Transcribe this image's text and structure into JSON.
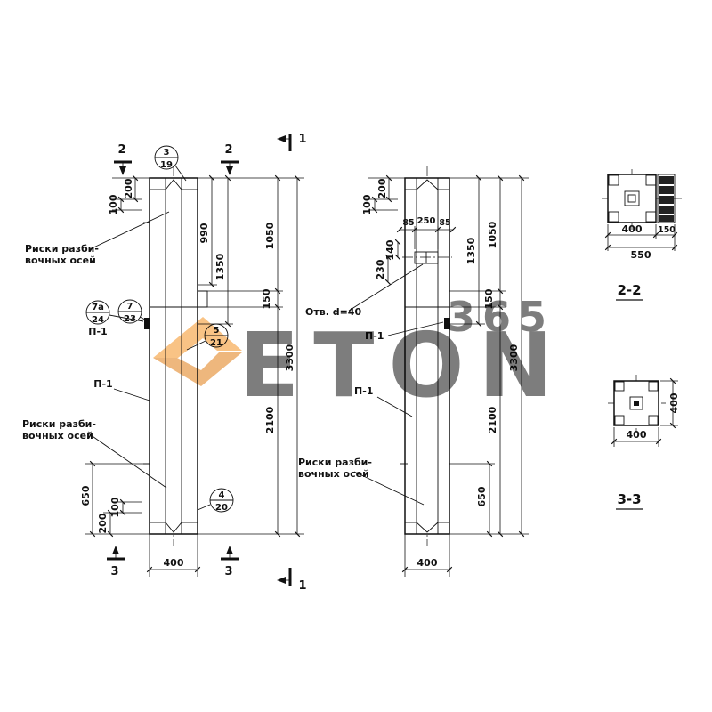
{
  "watermark": {
    "brand": "ETON",
    "number": "365"
  },
  "labels": {
    "axis_marks_line1": "Риски разби-",
    "axis_marks_line2": "вочных осей",
    "hole": "Отв. d=40",
    "embed_mark": "П-1"
  },
  "detail_bubbles": {
    "b19": {
      "top": "3",
      "bottom": "19"
    },
    "b24": {
      "top": "7а",
      "bottom": "24"
    },
    "b23": {
      "top": "7",
      "bottom": "23"
    },
    "b21": {
      "top": "5",
      "bottom": "21"
    },
    "b20": {
      "top": "4",
      "bottom": "20"
    }
  },
  "section_marks": {
    "s1": "1",
    "s2": "2",
    "s3": "3"
  },
  "section_titles": {
    "s22": "2-2",
    "s33": "3-3"
  },
  "dims": {
    "d85": "85",
    "d100": "100",
    "d140": "140",
    "d150": "150",
    "d200": "200",
    "d230": "230",
    "d250": "250",
    "d400": "400",
    "d550": "550",
    "d650": "650",
    "d990": "990",
    "d1050": "1050",
    "d1350": "1350",
    "d2100": "2100",
    "d3300": "3300"
  }
}
